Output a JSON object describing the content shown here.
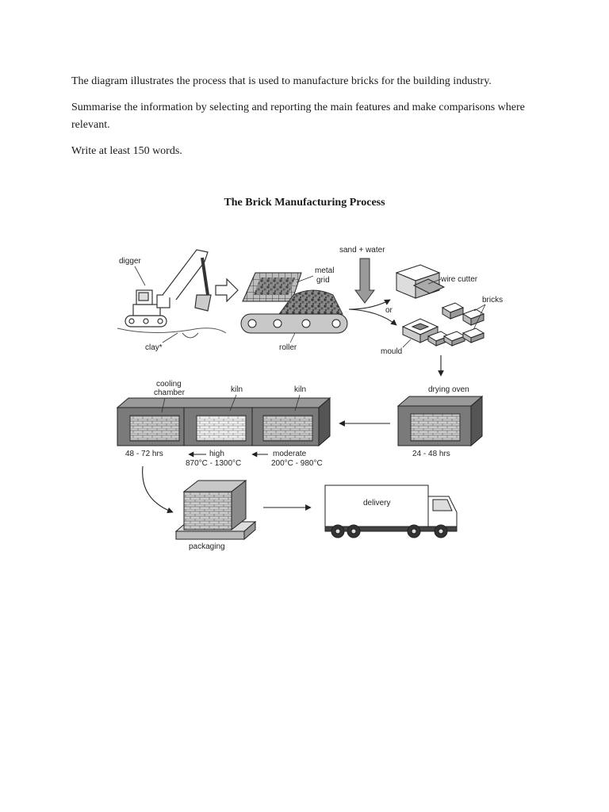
{
  "instructions": {
    "line1": "The diagram illustrates the process that is used to manufacture bricks for the building industry.",
    "line2": "Summarise the information by selecting and reporting the main features and make comparisons where relevant.",
    "line3": "Write at least 150 words."
  },
  "diagram": {
    "title": "The Brick Manufacturing Process",
    "labels": {
      "digger": "digger",
      "clay": "clay*",
      "metal_grid_1": "metal",
      "metal_grid_2": "grid",
      "roller": "roller",
      "sand_water": "sand + water",
      "or": "or",
      "wire_cutter": "wire cutter",
      "bricks": "bricks",
      "mould": "mould",
      "drying_oven": "drying oven",
      "drying_time": "24 - 48 hrs",
      "cooling_chamber_1": "cooling",
      "cooling_chamber_2": "chamber",
      "kiln_high": "kiln",
      "kiln_moderate": "kiln",
      "cooling_time": "48 - 72 hrs",
      "high": "high",
      "high_temp": "870°C - 1300°C",
      "moderate": "moderate",
      "moderate_temp": "200°C - 980°C",
      "packaging": "packaging",
      "delivery": "delivery"
    }
  }
}
